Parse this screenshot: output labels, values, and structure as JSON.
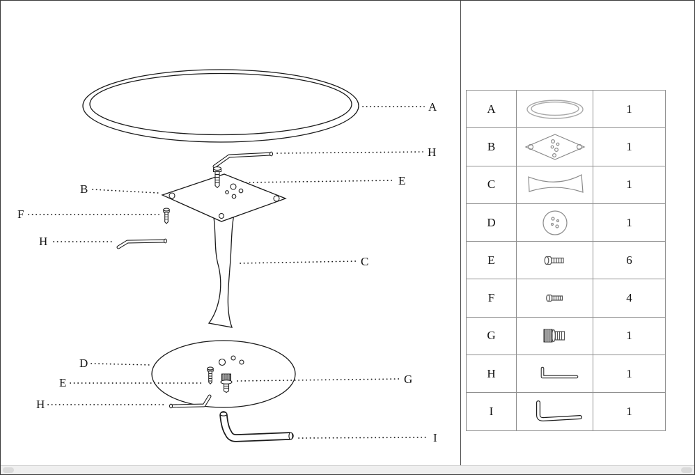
{
  "diagram": {
    "callouts": {
      "top": "A",
      "hex_top": "H",
      "plate": "B",
      "plate_screw": "E",
      "screw_f": "F",
      "hex_mid": "H",
      "column": "C",
      "base": "D",
      "base_screw": "E",
      "bolt": "G",
      "hex_base": "H",
      "wrench": "I"
    }
  },
  "parts_table": {
    "rows": [
      {
        "letter": "A",
        "icon": "table-top-icon",
        "qty": "1"
      },
      {
        "letter": "B",
        "icon": "mounting-plate-icon",
        "qty": "1"
      },
      {
        "letter": "C",
        "icon": "pedestal-column-icon",
        "qty": "1"
      },
      {
        "letter": "D",
        "icon": "base-plate-icon",
        "qty": "1"
      },
      {
        "letter": "E",
        "icon": "machine-screw-icon",
        "qty": "6"
      },
      {
        "letter": "F",
        "icon": "machine-screw-icon",
        "qty": "4"
      },
      {
        "letter": "G",
        "icon": "knurled-bolt-icon",
        "qty": "1"
      },
      {
        "letter": "H",
        "icon": "hex-key-small-icon",
        "qty": "1"
      },
      {
        "letter": "I",
        "icon": "hex-key-large-icon",
        "qty": "1"
      }
    ]
  },
  "colors": {
    "line": "#1a1a1a",
    "grid": "#8a8a8a",
    "icon_gray": "#909090"
  }
}
